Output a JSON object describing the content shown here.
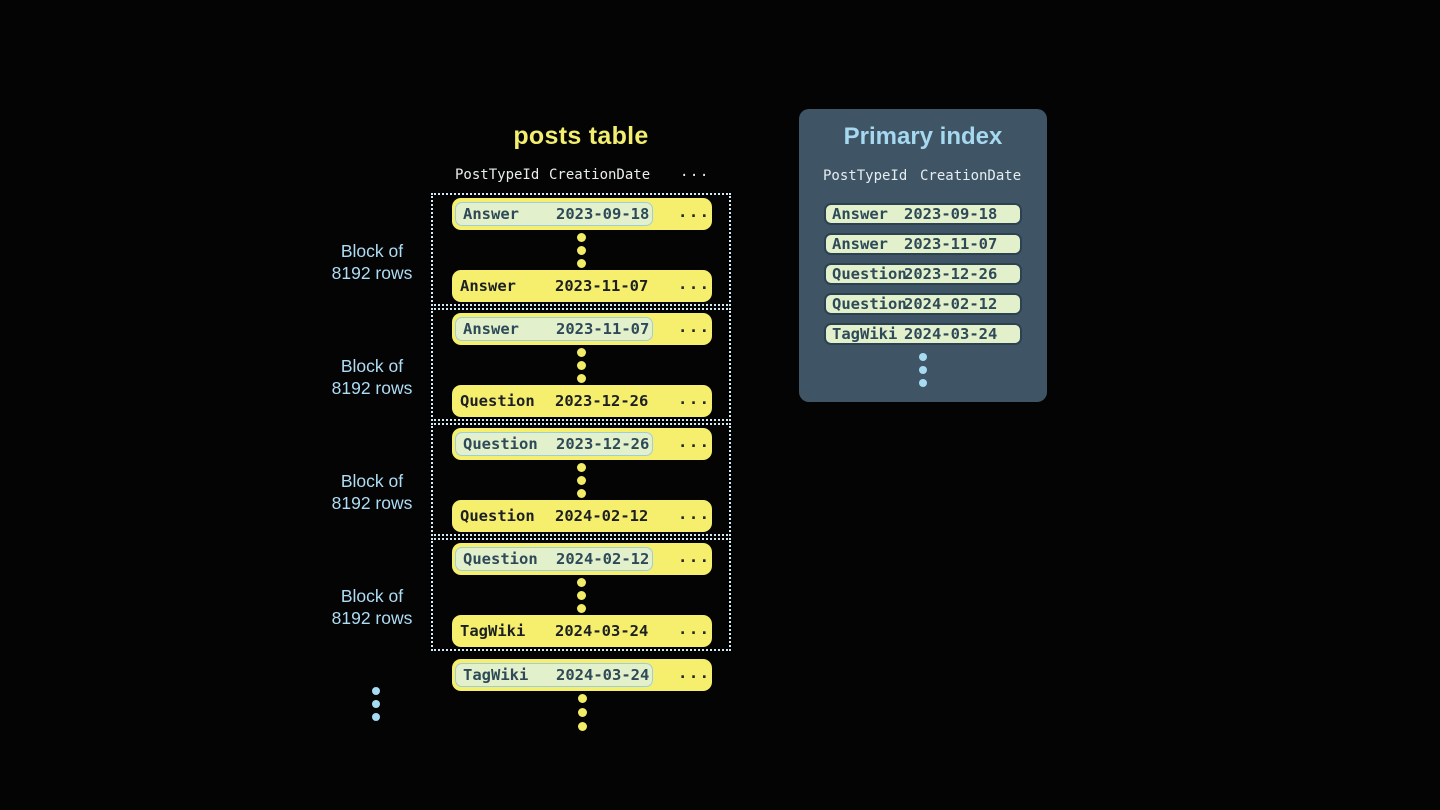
{
  "posts_table": {
    "title": "posts table",
    "columns": {
      "col1": "PostTypeId",
      "col2": "CreationDate",
      "col3": "..."
    },
    "blocks": [
      {
        "label_lines": [
          "Block of",
          "8192 rows"
        ],
        "first_row": {
          "post_type": "Answer",
          "creation_date": "2023-09-18",
          "more": "..."
        },
        "last_row": {
          "post_type": "Answer",
          "creation_date": "2023-11-07",
          "more": "..."
        }
      },
      {
        "label_lines": [
          "Block of",
          "8192 rows"
        ],
        "first_row": {
          "post_type": "Answer",
          "creation_date": "2023-11-07",
          "more": "..."
        },
        "last_row": {
          "post_type": "Question",
          "creation_date": "2023-12-26",
          "more": "..."
        }
      },
      {
        "label_lines": [
          "Block of",
          "8192 rows"
        ],
        "first_row": {
          "post_type": "Question",
          "creation_date": "2023-12-26",
          "more": "..."
        },
        "last_row": {
          "post_type": "Question",
          "creation_date": "2024-02-12",
          "more": "..."
        }
      },
      {
        "label_lines": [
          "Block of",
          "8192 rows"
        ],
        "first_row": {
          "post_type": "Question",
          "creation_date": "2024-02-12",
          "more": "..."
        },
        "last_row": {
          "post_type": "TagWiki",
          "creation_date": "2024-03-24",
          "more": "..."
        }
      }
    ],
    "overflow_row": {
      "post_type": "TagWiki",
      "creation_date": "2024-03-24",
      "more": "..."
    }
  },
  "primary_index": {
    "title": "Primary index",
    "columns": {
      "col1": "PostTypeId",
      "col2": "CreationDate"
    },
    "rows": [
      {
        "post_type": "Answer",
        "creation_date": "2023-09-18"
      },
      {
        "post_type": "Answer",
        "creation_date": "2023-11-07"
      },
      {
        "post_type": "Question",
        "creation_date": "2023-12-26"
      },
      {
        "post_type": "Question",
        "creation_date": "2024-02-12"
      },
      {
        "post_type": "TagWiki",
        "creation_date": "2024-03-24"
      }
    ]
  },
  "colors": {
    "background": "#040404",
    "row_yellow": "#f6ef6d",
    "title_yellow": "#f2ee6e",
    "highlight_pill_bg": "#e3f0cc",
    "highlight_pill_border": "#9dcede",
    "pill_text": "#2e4a58",
    "block_border_dotted": "#d2ebf4",
    "block_label_blue": "#aedcf4",
    "index_panel_bg": "#3f5565",
    "index_title_blue": "#a6d8ef",
    "index_pill_border": "#2b4250",
    "header_text": "#e9edee",
    "dot_blue": "#a8daf2"
  }
}
